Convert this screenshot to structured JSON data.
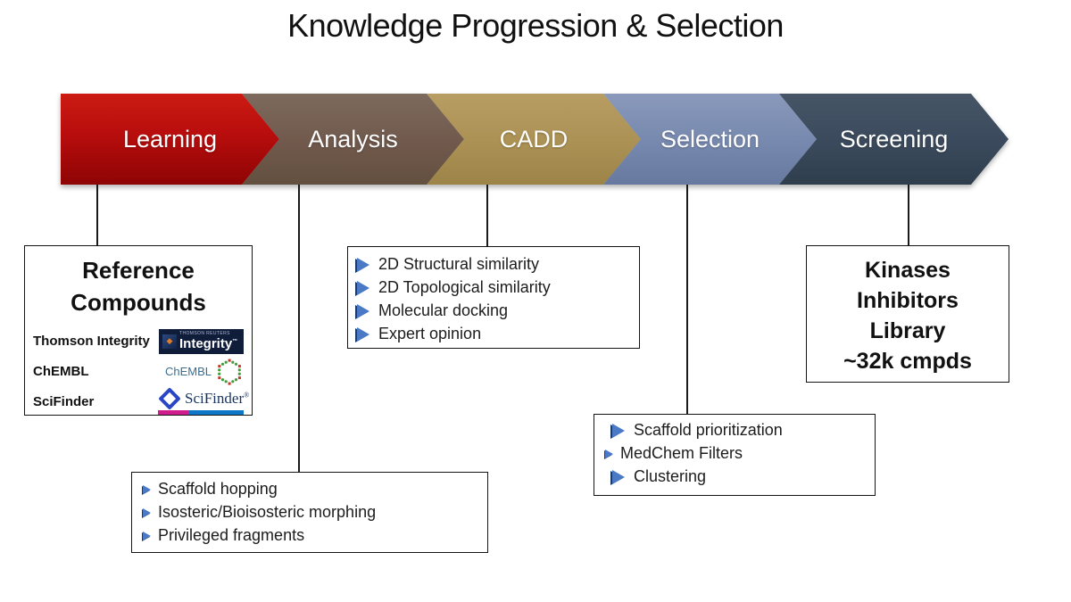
{
  "title": "Knowledge Progression & Selection",
  "stages": [
    {
      "label": "Learning",
      "color": "#b30c0c"
    },
    {
      "label": "Analysis",
      "color": "#705d50"
    },
    {
      "label": "CADD",
      "color": "#ac9257"
    },
    {
      "label": "Selection",
      "color": "#7487ad"
    },
    {
      "label": "Screening",
      "color": "#3a4a5e"
    }
  ],
  "boxes": {
    "reference": {
      "title": "Reference Compounds",
      "sources": [
        {
          "name": "Thomson Integrity",
          "logo": "integrity-logo"
        },
        {
          "name": "ChEMBL",
          "logo": "chembl-logo"
        },
        {
          "name": "SciFinder",
          "logo": "scifinder-logo"
        }
      ]
    },
    "analysis": {
      "items": [
        {
          "text": "Scaffold hopping",
          "bullet": "small"
        },
        {
          "text": "Isosteric/Bioisosteric morphing",
          "bullet": "small"
        },
        {
          "text": "Privileged fragments",
          "bullet": "small"
        }
      ]
    },
    "cadd": {
      "items": [
        {
          "text": "2D Structural similarity",
          "bullet": "large"
        },
        {
          "text": "2D Topological similarity",
          "bullet": "large"
        },
        {
          "text": "Molecular docking",
          "bullet": "large"
        },
        {
          "text": "Expert opinion",
          "bullet": "large"
        }
      ]
    },
    "selection": {
      "items": [
        {
          "text": "Scaffold prioritization",
          "bullet": "large"
        },
        {
          "text": "MedChem Filters",
          "bullet": "small"
        },
        {
          "text": "Clustering",
          "bullet": "large"
        }
      ]
    },
    "screening": {
      "lines": [
        "Kinases",
        "Inhibitors",
        "Library",
        "~32k cmpds"
      ]
    }
  },
  "logos": {
    "integrity": {
      "brand": "THOMSON REUTERS",
      "name": "Integrity",
      "tm": "™"
    },
    "chembl": {
      "name": "ChEMBL"
    },
    "scifinder": {
      "name": "SciFinder",
      "reg": "®"
    }
  },
  "colors": {
    "bullet_blue": "#4a79c6",
    "bullet_shadow": "#1c3a66",
    "stage_text": "#ffffff",
    "box_border": "#141414",
    "background": "#ffffff",
    "chembl_green": "#3f9c3c",
    "chembl_red": "#c0392b",
    "scifinder_magenta": "#cf1d8e",
    "scifinder_blue": "#0f77c8",
    "integrity_navy": "#0f1d3a"
  }
}
